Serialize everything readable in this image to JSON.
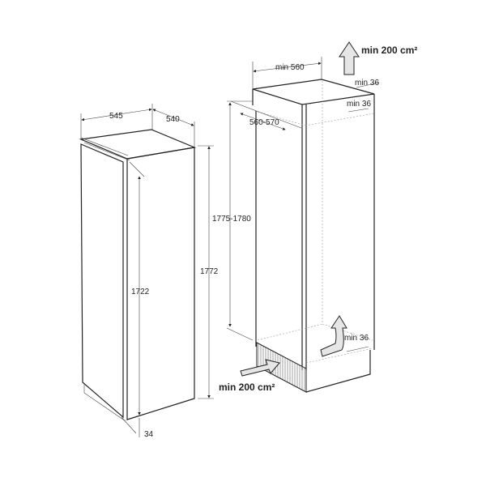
{
  "appliance": {
    "width": "545",
    "depth": "540",
    "height": "1772",
    "door_height": "1722",
    "bottom_offset": "34"
  },
  "niche": {
    "width": "min 560",
    "depth": "560-570",
    "height": "1775-1780",
    "top_gap_back": "min 36",
    "top_gap_inner": "min 36",
    "bottom_gap": "min 36",
    "vent_top": "min 200 cm²",
    "vent_bottom": "min 200 cm²"
  },
  "colors": {
    "line": "#222222",
    "door_panel": "#d8d8d8",
    "arrow_fill": "#e6e6e6"
  }
}
